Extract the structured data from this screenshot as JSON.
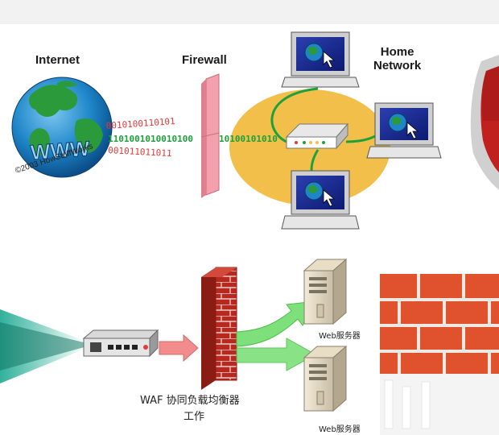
{
  "top": {
    "internet_label": "Internet",
    "firewall_label": "Firewall",
    "home_network_label": "Home\nNetwork",
    "globe_text": "WWW",
    "copyright": "©2003 HowStuffWorks",
    "stream_red_1": "0010100110101",
    "stream_green": "1101001010010100",
    "stream_red_2": "001011011011",
    "stream_after": "10100101010"
  },
  "bottom": {
    "waf_label": "WAF 协同负载均衡器",
    "waf_label_2": "工作",
    "server_label_1": "Web服务器",
    "server_label_2": "Web服务器"
  },
  "colors": {
    "firewall_pink": "#f2a1ac",
    "home_oval": "#f2c04a",
    "globe_ocean": "#1e86c8",
    "globe_land": "#2a9a3a",
    "brick_red": "#c0392b",
    "stream_red": "#e23b3b",
    "stream_green": "#1ea03a",
    "arrow_green": "#7de07a",
    "arrow_pink": "#f28c8c",
    "shield_red": "#c0201e",
    "wall_orange": "#e0522e"
  }
}
